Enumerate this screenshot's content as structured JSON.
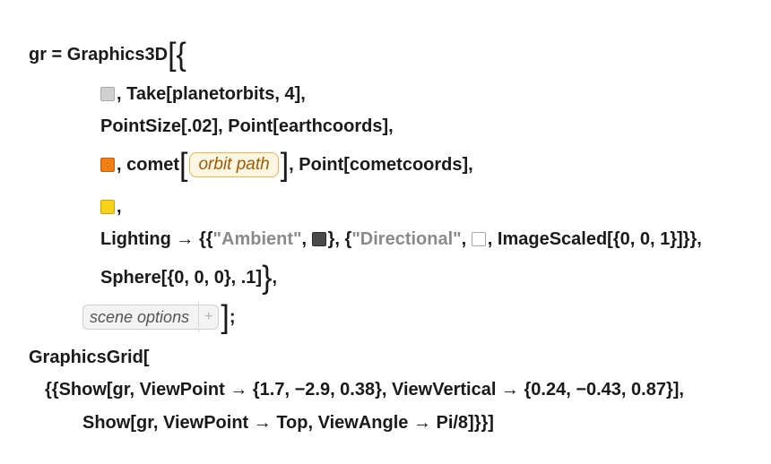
{
  "code": {
    "l1": {
      "assign": "gr = Graphics3D"
    },
    "l2": {
      "text": ", Take[planetorbits, 4],"
    },
    "l3": {
      "text": "PointSize[.02], Point[earthcoords],"
    },
    "l4": {
      "comet": ", comet",
      "placeholder": "orbit path",
      "rest": ", Point[cometcoords],"
    },
    "l5": {
      "text": ","
    },
    "l6": {
      "a": "Lighting → {{",
      "amb": "\"Ambient\"",
      "b": ", ",
      "c": "}, {",
      "dir": "\"Directional\"",
      "d": ", ",
      "e": ", ImageScaled[{0, 0, 1}]}},"
    },
    "l7": {
      "text": "Sphere[{0, 0, 0}, .1]",
      "close": "}",
      "tail": ","
    },
    "l8": {
      "placeholder": "scene options",
      "plus": "+",
      "tail": ";"
    },
    "l9": {
      "text": "GraphicsGrid["
    },
    "l10": {
      "text": "{{Show[gr, ViewPoint → {1.7, −2.9, 0.38}, ViewVertical → {0.24, −0.43, 0.87}],"
    },
    "l11": {
      "text": "Show[gr, ViewPoint → Top, ViewAngle → Pi/8]}}]"
    }
  },
  "colors": {
    "gray_swatch": "#cfcfcf",
    "orange_swatch": "#f07d16",
    "yellow_swatch": "#f7d21a",
    "ambient_swatch": "#4a4a4a",
    "directional_swatch": "#ffffff"
  }
}
